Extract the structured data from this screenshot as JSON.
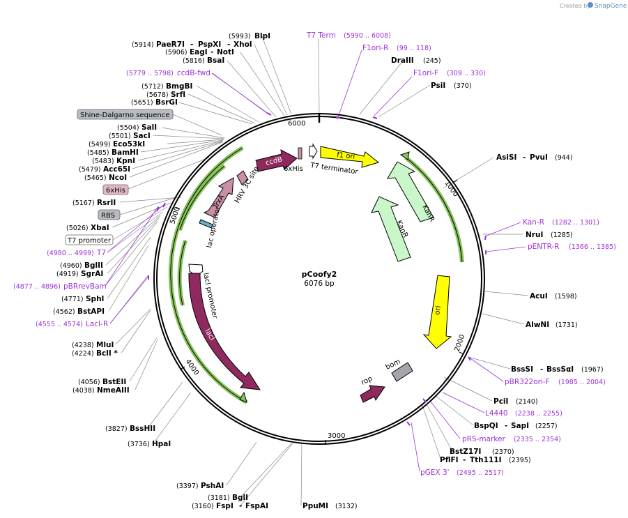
{
  "branding": {
    "created_by": "Created by",
    "app": "SnapGene"
  },
  "plasmid": {
    "name": "pCoofy2",
    "size": "6076 bp"
  },
  "ticks": [
    "6000",
    "1000",
    "2000",
    "3000",
    "4000",
    "5000"
  ],
  "enzymes": {
    "e5993": {
      "pos": "(5993)",
      "name": "BlpI"
    },
    "e5914": {
      "pos": "(5914)",
      "name": "PaeR7I",
      "name2": "PspXI",
      "name3": "XhoI"
    },
    "e5906": {
      "pos": "(5906)",
      "name": "EagI",
      "name2": "NotI"
    },
    "e5816": {
      "pos": "(5816)",
      "name": "BsaI"
    },
    "e5712": {
      "pos": "(5712)",
      "name": "BmgBI"
    },
    "e5678": {
      "pos": "(5678)",
      "name": "SrfI"
    },
    "e5651": {
      "pos": "(5651)",
      "name": "BsrGI"
    },
    "e5504": {
      "pos": "(5504)",
      "name": "SalI"
    },
    "e5501": {
      "pos": "(5501)",
      "name": "SacI"
    },
    "e5499": {
      "pos": "(5499)",
      "name": "Eco53kI"
    },
    "e5485": {
      "pos": "(5485)",
      "name": "BamHI"
    },
    "e5483": {
      "pos": "(5483)",
      "name": "KpnI"
    },
    "e5479": {
      "pos": "(5479)",
      "name": "Acc65I"
    },
    "e5465": {
      "pos": "(5465)",
      "name": "NcoI"
    },
    "e5167": {
      "pos": "(5167)",
      "name": "RsrII"
    },
    "e5026": {
      "pos": "(5026)",
      "name": "XbaI"
    },
    "e4960": {
      "pos": "(4960)",
      "name": "BglII"
    },
    "e4919": {
      "pos": "(4919)",
      "name": "SgrAI"
    },
    "e4771": {
      "pos": "(4771)",
      "name": "SphI"
    },
    "e4562": {
      "pos": "(4562)",
      "name": "BstAPI"
    },
    "e4238": {
      "pos": "(4238)",
      "name": "MluI"
    },
    "e4224": {
      "pos": "(4224)",
      "name": "BclI *"
    },
    "e4056": {
      "pos": "(4056)",
      "name": "BstEII"
    },
    "e4038": {
      "pos": "(4038)",
      "name": "NmeAIII"
    },
    "e3827": {
      "pos": "(3827)",
      "name": "BssHII"
    },
    "e3736": {
      "pos": "(3736)",
      "name": "HpaI"
    },
    "e3397": {
      "pos": "(3397)",
      "name": "PshAI"
    },
    "e3181": {
      "pos": "(3181)",
      "name": "BglI"
    },
    "e3160": {
      "pos": "(3160)",
      "name": "FspI",
      "name2": "FspAI"
    },
    "e3132": {
      "pos": "(3132)",
      "name": "PpuMI"
    },
    "e245": {
      "pos": "(245)",
      "name": "DraIII"
    },
    "e370": {
      "pos": "(370)",
      "name": "PsiI"
    },
    "e944": {
      "pos": "(944)",
      "name": "AsiSI",
      "name2": "PvuI"
    },
    "e1285": {
      "pos": "(1285)",
      "name": "NruI"
    },
    "e1598": {
      "pos": "(1598)",
      "name": "AcuI"
    },
    "e1731": {
      "pos": "(1731)",
      "name": "AlwNI"
    },
    "e1967": {
      "pos": "(1967)",
      "name": "BssSI",
      "name2": "BssSαI"
    },
    "e2140": {
      "pos": "(2140)",
      "name": "PciI"
    },
    "e2257": {
      "pos": "(2257)",
      "name": "BspQI",
      "name2": "SapI"
    },
    "e2370": {
      "pos": "(2370)",
      "name": "BstZ17I"
    },
    "e2395": {
      "pos": "(2395)",
      "name": "PflFI",
      "name2": "Tth111I"
    }
  },
  "primers": {
    "t7term": {
      "name": "T7 Term",
      "pos": "(5990 .. 6008)"
    },
    "ccdbfwd": {
      "name": "ccdB-fwd",
      "pos": "(5779 .. 5798)"
    },
    "t7": {
      "name": "T7",
      "pos": "(4980 .. 4999)"
    },
    "pbrrevbam": {
      "name": "pBRrevBam",
      "pos": "(4877 .. 4896)"
    },
    "lacir": {
      "name": "LacI-R",
      "pos": "(4555 .. 4574)"
    },
    "f1orir": {
      "name": "F1ori-R",
      "pos": "(99 .. 118)"
    },
    "f1orif": {
      "name": "F1ori-F",
      "pos": "(309 .. 330)"
    },
    "kanr": {
      "name": "Kan-R",
      "pos": "(1282 .. 1301)"
    },
    "pentrr": {
      "name": "pENTR-R",
      "pos": "(1366 .. 1385)"
    },
    "pbr322": {
      "name": "pBR322ori-F",
      "pos": "(1985 .. 2004)"
    },
    "l4440": {
      "name": "L4440",
      "pos": "(2238 .. 2255)"
    },
    "prs": {
      "name": "pRS-marker",
      "pos": "(2335 .. 2354)"
    },
    "pgex": {
      "name": "pGEX 3'",
      "pos": "(2495 .. 2517)"
    }
  },
  "boxes": {
    "shine": "Shine-Dalgarno sequence",
    "sixhis": "6xHis",
    "rbs": "RBS",
    "t7prom": "T7 promoter"
  },
  "features": {
    "ccdb": "ccdB",
    "sixhis": "6xHis",
    "t7term": "T7 terminator",
    "f1ori": "f1 ori",
    "hrv": "HRV 3C site",
    "trxa": "TrxA",
    "lacop": "lac operator",
    "kanr1": "KanR",
    "kanr2": "KanR",
    "ori": "ori",
    "lacprom": "lacI promoter",
    "laci": "lacI",
    "rop": "rop",
    "bom": "bom"
  },
  "colors": {
    "primer": "#9b30d9",
    "ccdb": "#8e2a5e",
    "trxa": "#c88fa6",
    "f1ori": "#ffff00",
    "kanr": "#c9f7c9",
    "lacgreen": "#86c25a",
    "bom": "#a3a7ab",
    "box_grey": "#b8bcc2",
    "box_pink": "#e1b9c6"
  }
}
